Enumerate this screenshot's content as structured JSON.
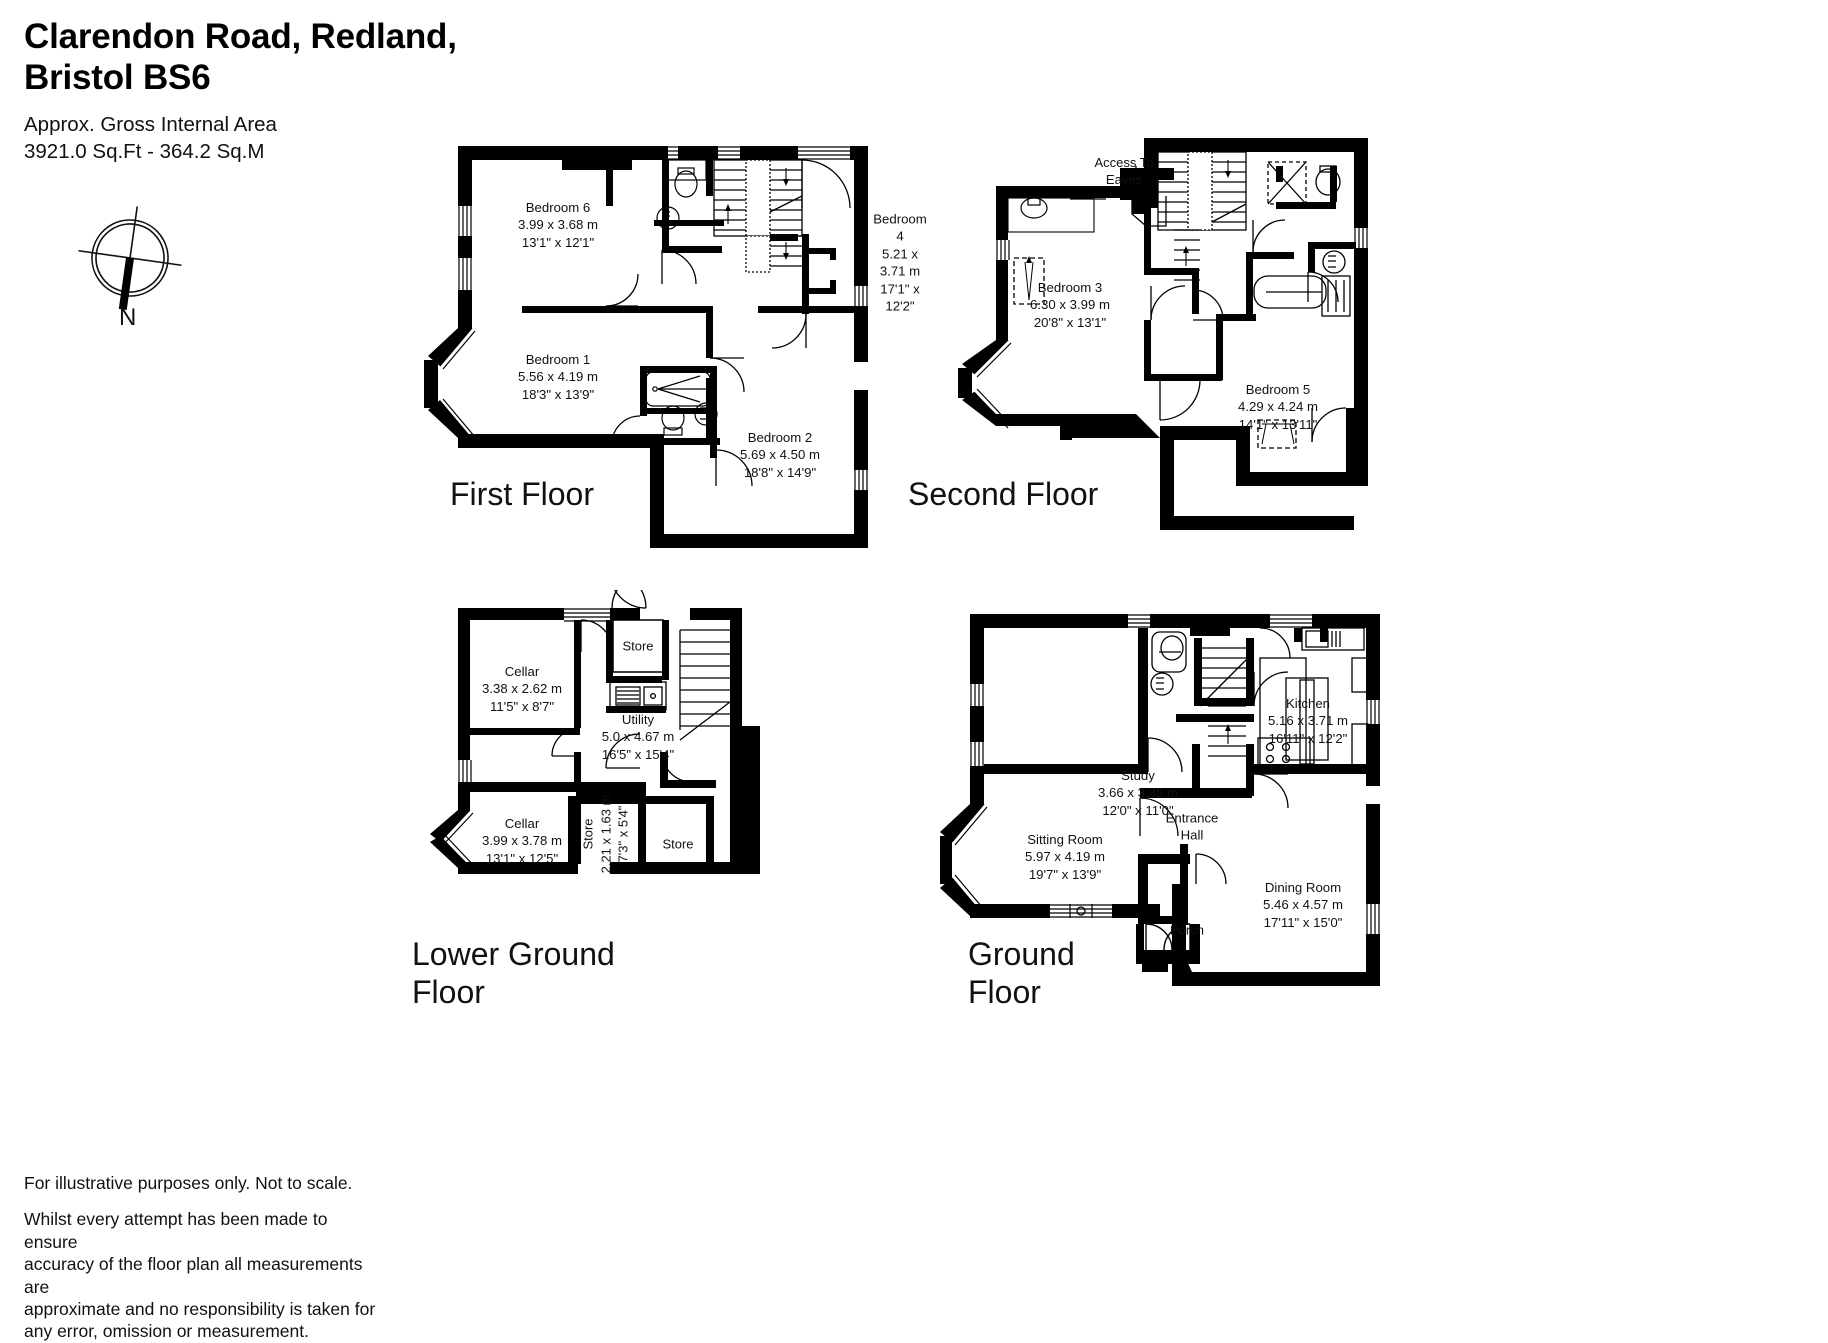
{
  "header": {
    "title": "Clarendon Road, Redland,\nBristol BS6",
    "area_caption": "Approx. Gross Internal Area\n3921.0 Sq.Ft - 364.2 Sq.M"
  },
  "compass": {
    "label": "N",
    "name": "compass-rose"
  },
  "footer": {
    "line1": "For illustrative purposes only. Not to scale.",
    "paragraph": "Whilst every attempt has been made to ensure\naccuracy of the floor plan all measurements are\napproximate and no responsibility is taken for\nany error, omission or measurement."
  },
  "floors": [
    {
      "id": "first-floor",
      "caption": "First Floor",
      "rooms": [
        {
          "name": "Bedroom 6",
          "metric": "3.99 x 3.68 m",
          "imperial": "13'1\" x 12'1\""
        },
        {
          "name": "Bedroom 4",
          "metric": "5.21 x 3.71 m",
          "imperial": "17'1\" x 12'2\""
        },
        {
          "name": "Bedroom 1",
          "metric": "5.56 x 4.19 m",
          "imperial": "18'3\" x 13'9\""
        },
        {
          "name": "Bedroom 2",
          "metric": "5.69 x 4.50 m",
          "imperial": "18'8\" x 14'9\""
        }
      ]
    },
    {
      "id": "second-floor",
      "caption": "Second Floor",
      "notes": [
        "Access To\nEaves"
      ],
      "rooms": [
        {
          "name": "Bedroom 3",
          "metric": "6.30 x 3.99 m",
          "imperial": "20'8\" x 13'1\""
        },
        {
          "name": "Bedroom 5",
          "metric": "4.29 x 4.24 m",
          "imperial": "14'1\" x 13'11\""
        }
      ]
    },
    {
      "id": "lower-ground-floor",
      "caption": "Lower Ground\nFloor",
      "rooms": [
        {
          "name": "Cellar",
          "metric": "3.38 x 2.62 m",
          "imperial": "11'5\" x 8'7\""
        },
        {
          "name": "Store",
          "metric": "",
          "imperial": ""
        },
        {
          "name": "Utility",
          "metric": "5.0 x 4.67 m",
          "imperial": "16'5\" x 15'4\""
        },
        {
          "name": "Cellar",
          "metric": "3.99 x 3.78 m",
          "imperial": "13'1\" x 12'5\""
        },
        {
          "name": "Store",
          "metric": "2.21 x 1.63 m",
          "imperial": "7'3\" x 5'4\""
        },
        {
          "name": "Store",
          "metric": "",
          "imperial": ""
        }
      ]
    },
    {
      "id": "ground-floor",
      "caption": "Ground\nFloor",
      "rooms": [
        {
          "name": "Study",
          "metric": "3.66 x 3.35 m",
          "imperial": "12'0\" x 11'0\""
        },
        {
          "name": "Kitchen",
          "metric": "5.16 x 3.71 m",
          "imperial": "16'11\" x 12'2\""
        },
        {
          "name": "Sitting Room",
          "metric": "5.97 x 4.19 m",
          "imperial": "19'7\" x 13'9\""
        },
        {
          "name": "Entrance\nHall",
          "metric": "",
          "imperial": ""
        },
        {
          "name": "Dining Room",
          "metric": "5.46 x 4.57 m",
          "imperial": "17'11\" x 15'0\""
        },
        {
          "name": "Porch",
          "metric": "",
          "imperial": ""
        }
      ]
    }
  ],
  "labels": {
    "first_floor": {
      "bedroom6": "Bedroom 6\n3.99 x 3.68 m\n13'1\" x 12'1\"",
      "bedroom4": "Bedroom 4\n5.21 x 3.71 m\n17'1\" x 12'2\"",
      "bedroom1": "Bedroom 1\n5.56 x 4.19 m\n18'3\" x 13'9\"",
      "bedroom2": "Bedroom 2\n5.69 x 4.50 m\n18'8\" x 14'9\"",
      "caption": "First Floor"
    },
    "second_floor": {
      "access_eaves": "Access To\nEaves",
      "bedroom3": "Bedroom 3\n6.30 x 3.99 m\n20'8\" x 13'1\"",
      "bedroom5": "Bedroom 5\n4.29 x 4.24 m\n14'1\" x 13'11\"",
      "caption": "Second Floor"
    },
    "lower_ground": {
      "store_top": "Store",
      "cellar1": "Cellar\n3.38 x 2.62 m\n11'5\" x 8'7\"",
      "utility": "Utility\n5.0 x 4.67 m\n16'5\" x 15'4\"",
      "cellar2": "Cellar\n3.99 x 3.78 m\n13'1\" x 12'5\"",
      "store_vert": "Store   2.21 x 1.63 m   7'3\" x 5'4\"",
      "store_vert_name": "Store",
      "store_vert_metric": "2.21 x 1.63 m",
      "store_vert_imperial": "7'3\" x 5'4\"",
      "store_bottom": "Store",
      "caption": "Lower Ground\nFloor"
    },
    "ground": {
      "study": "Study\n3.66 x 3.35 m\n12'0\" x 11'0\"",
      "kitchen": "Kitchen\n5.16 x 3.71 m\n16'11\" x 12'2\"",
      "sitting": "Sitting Room\n5.97 x 4.19 m\n19'7\" x 13'9\"",
      "entrance_hall": "Entrance\nHall",
      "dining": "Dining Room\n5.46 x 4.57 m\n17'11\" x 15'0\"",
      "porch": "Porch",
      "caption": "Ground\nFloor"
    }
  },
  "colors": {
    "wall": "#000000",
    "background": "#ffffff",
    "text": "#111111"
  }
}
